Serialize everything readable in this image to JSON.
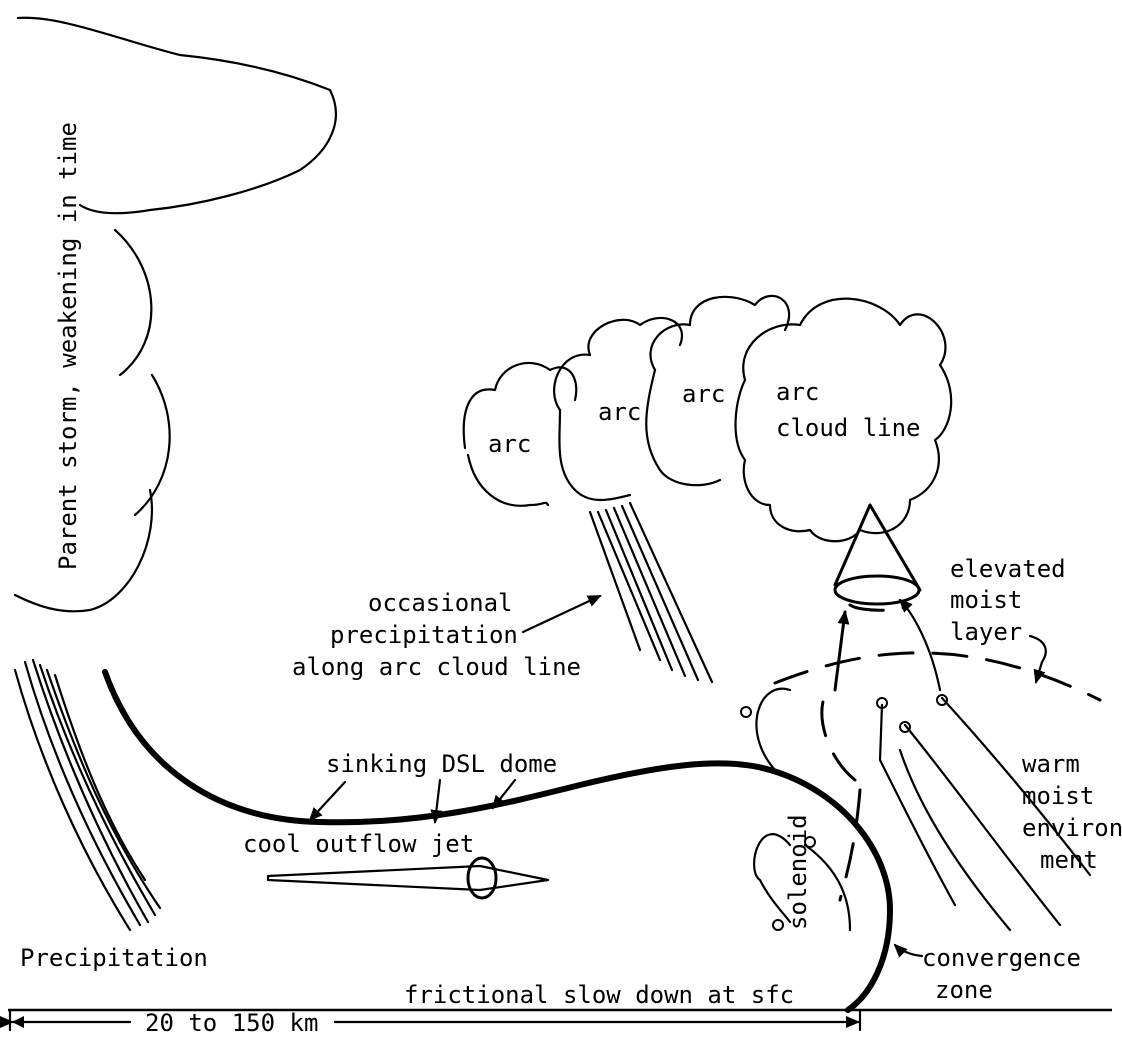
{
  "labels": {
    "parent_storm": "Parent storm, weakening in time",
    "arc_1": "arc",
    "arc_2": "arc",
    "arc_3": "arc",
    "arc_4": "arc",
    "cloud_line": "cloud line",
    "elevated_1": "elevated",
    "elevated_2": "moist",
    "elevated_3": "layer",
    "occasional_1": "occasional",
    "occasional_2": "precipitation",
    "occasional_3": "along arc cloud line",
    "sinking_dome": "sinking DSL dome",
    "warm_1": "warm",
    "warm_2": "moist",
    "warm_3": "environ-",
    "warm_4": "ment",
    "cool_jet": "cool outflow jet",
    "solenoid": "solenoid",
    "precipitation": "Precipitation",
    "convergence_1": "convergence",
    "convergence_2": "zone",
    "frictional": "frictional slow down at sfc",
    "scale": "20 to 150 km"
  }
}
